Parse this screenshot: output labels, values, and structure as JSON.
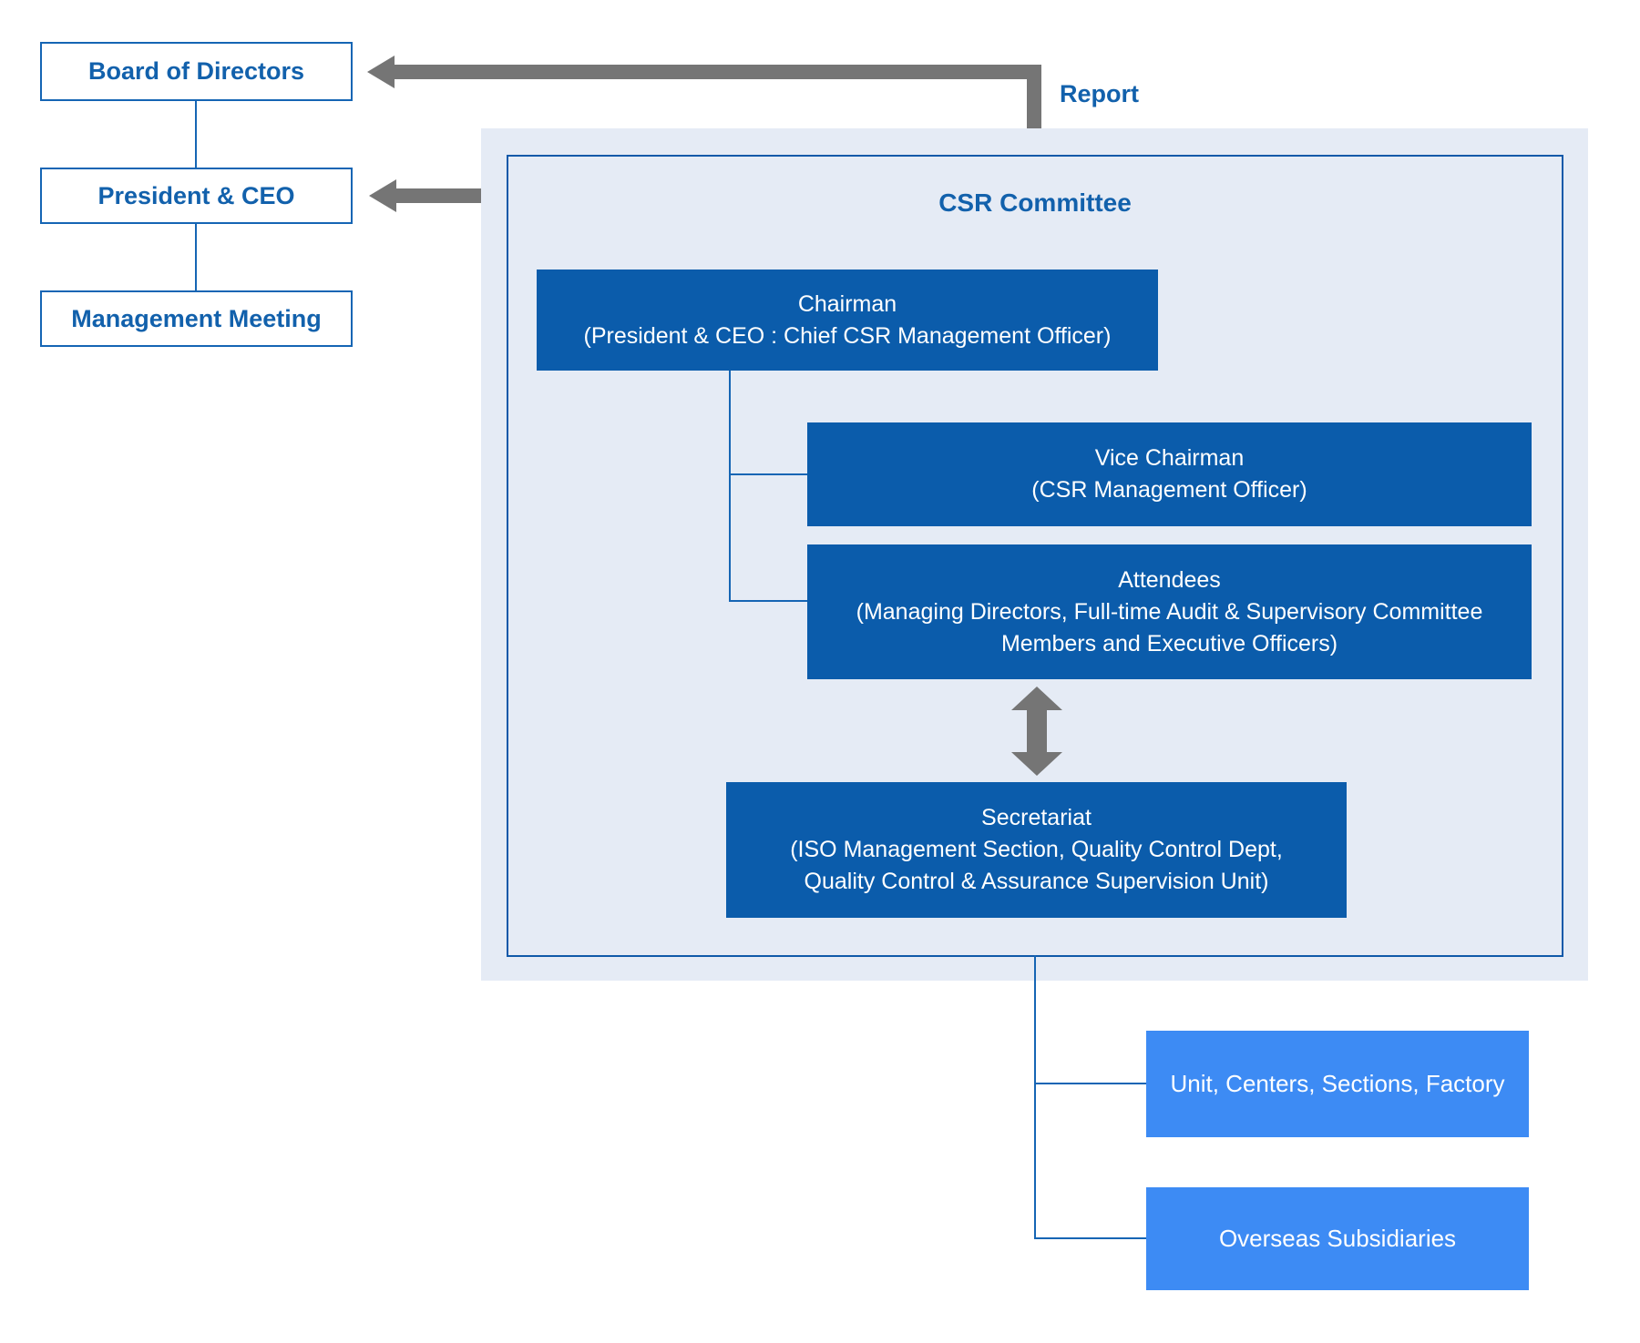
{
  "diagram": {
    "title": "CSR Committee",
    "report_label": "Report",
    "left_chain": [
      {
        "label": "Board of Directors"
      },
      {
        "label": "President & CEO"
      },
      {
        "label": "Management Meeting"
      }
    ],
    "committee_boxes": {
      "chairman": {
        "lines": [
          "Chairman",
          "(President & CEO : Chief CSR Management Officer)"
        ]
      },
      "vice_chairman": {
        "lines": [
          "Vice Chairman",
          "(CSR Management Officer)"
        ]
      },
      "attendees": {
        "lines": [
          "Attendees",
          "(Managing Directors, Full-time Audit & Supervisory Committee",
          "Members and Executive Officers)"
        ]
      },
      "secretariat": {
        "lines": [
          "Secretariat",
          "(ISO Management Section, Quality Control Dept,",
          "Quality Control & Assurance Supervision Unit)"
        ]
      }
    },
    "subordinate_boxes": [
      {
        "label": "Unit, Centers, Sections, Factory"
      },
      {
        "label": "Overseas Subsidiaries"
      }
    ],
    "colors": {
      "committee_box_fill": "#0b5cab",
      "subordinate_box_fill": "#3d8bf4",
      "panel_background": "#e5ebf5",
      "outline_blue": "#1565b4",
      "text_blue": "#1261ac",
      "arrow_gray": "#757575",
      "box_text_white": "#ffffff"
    }
  }
}
